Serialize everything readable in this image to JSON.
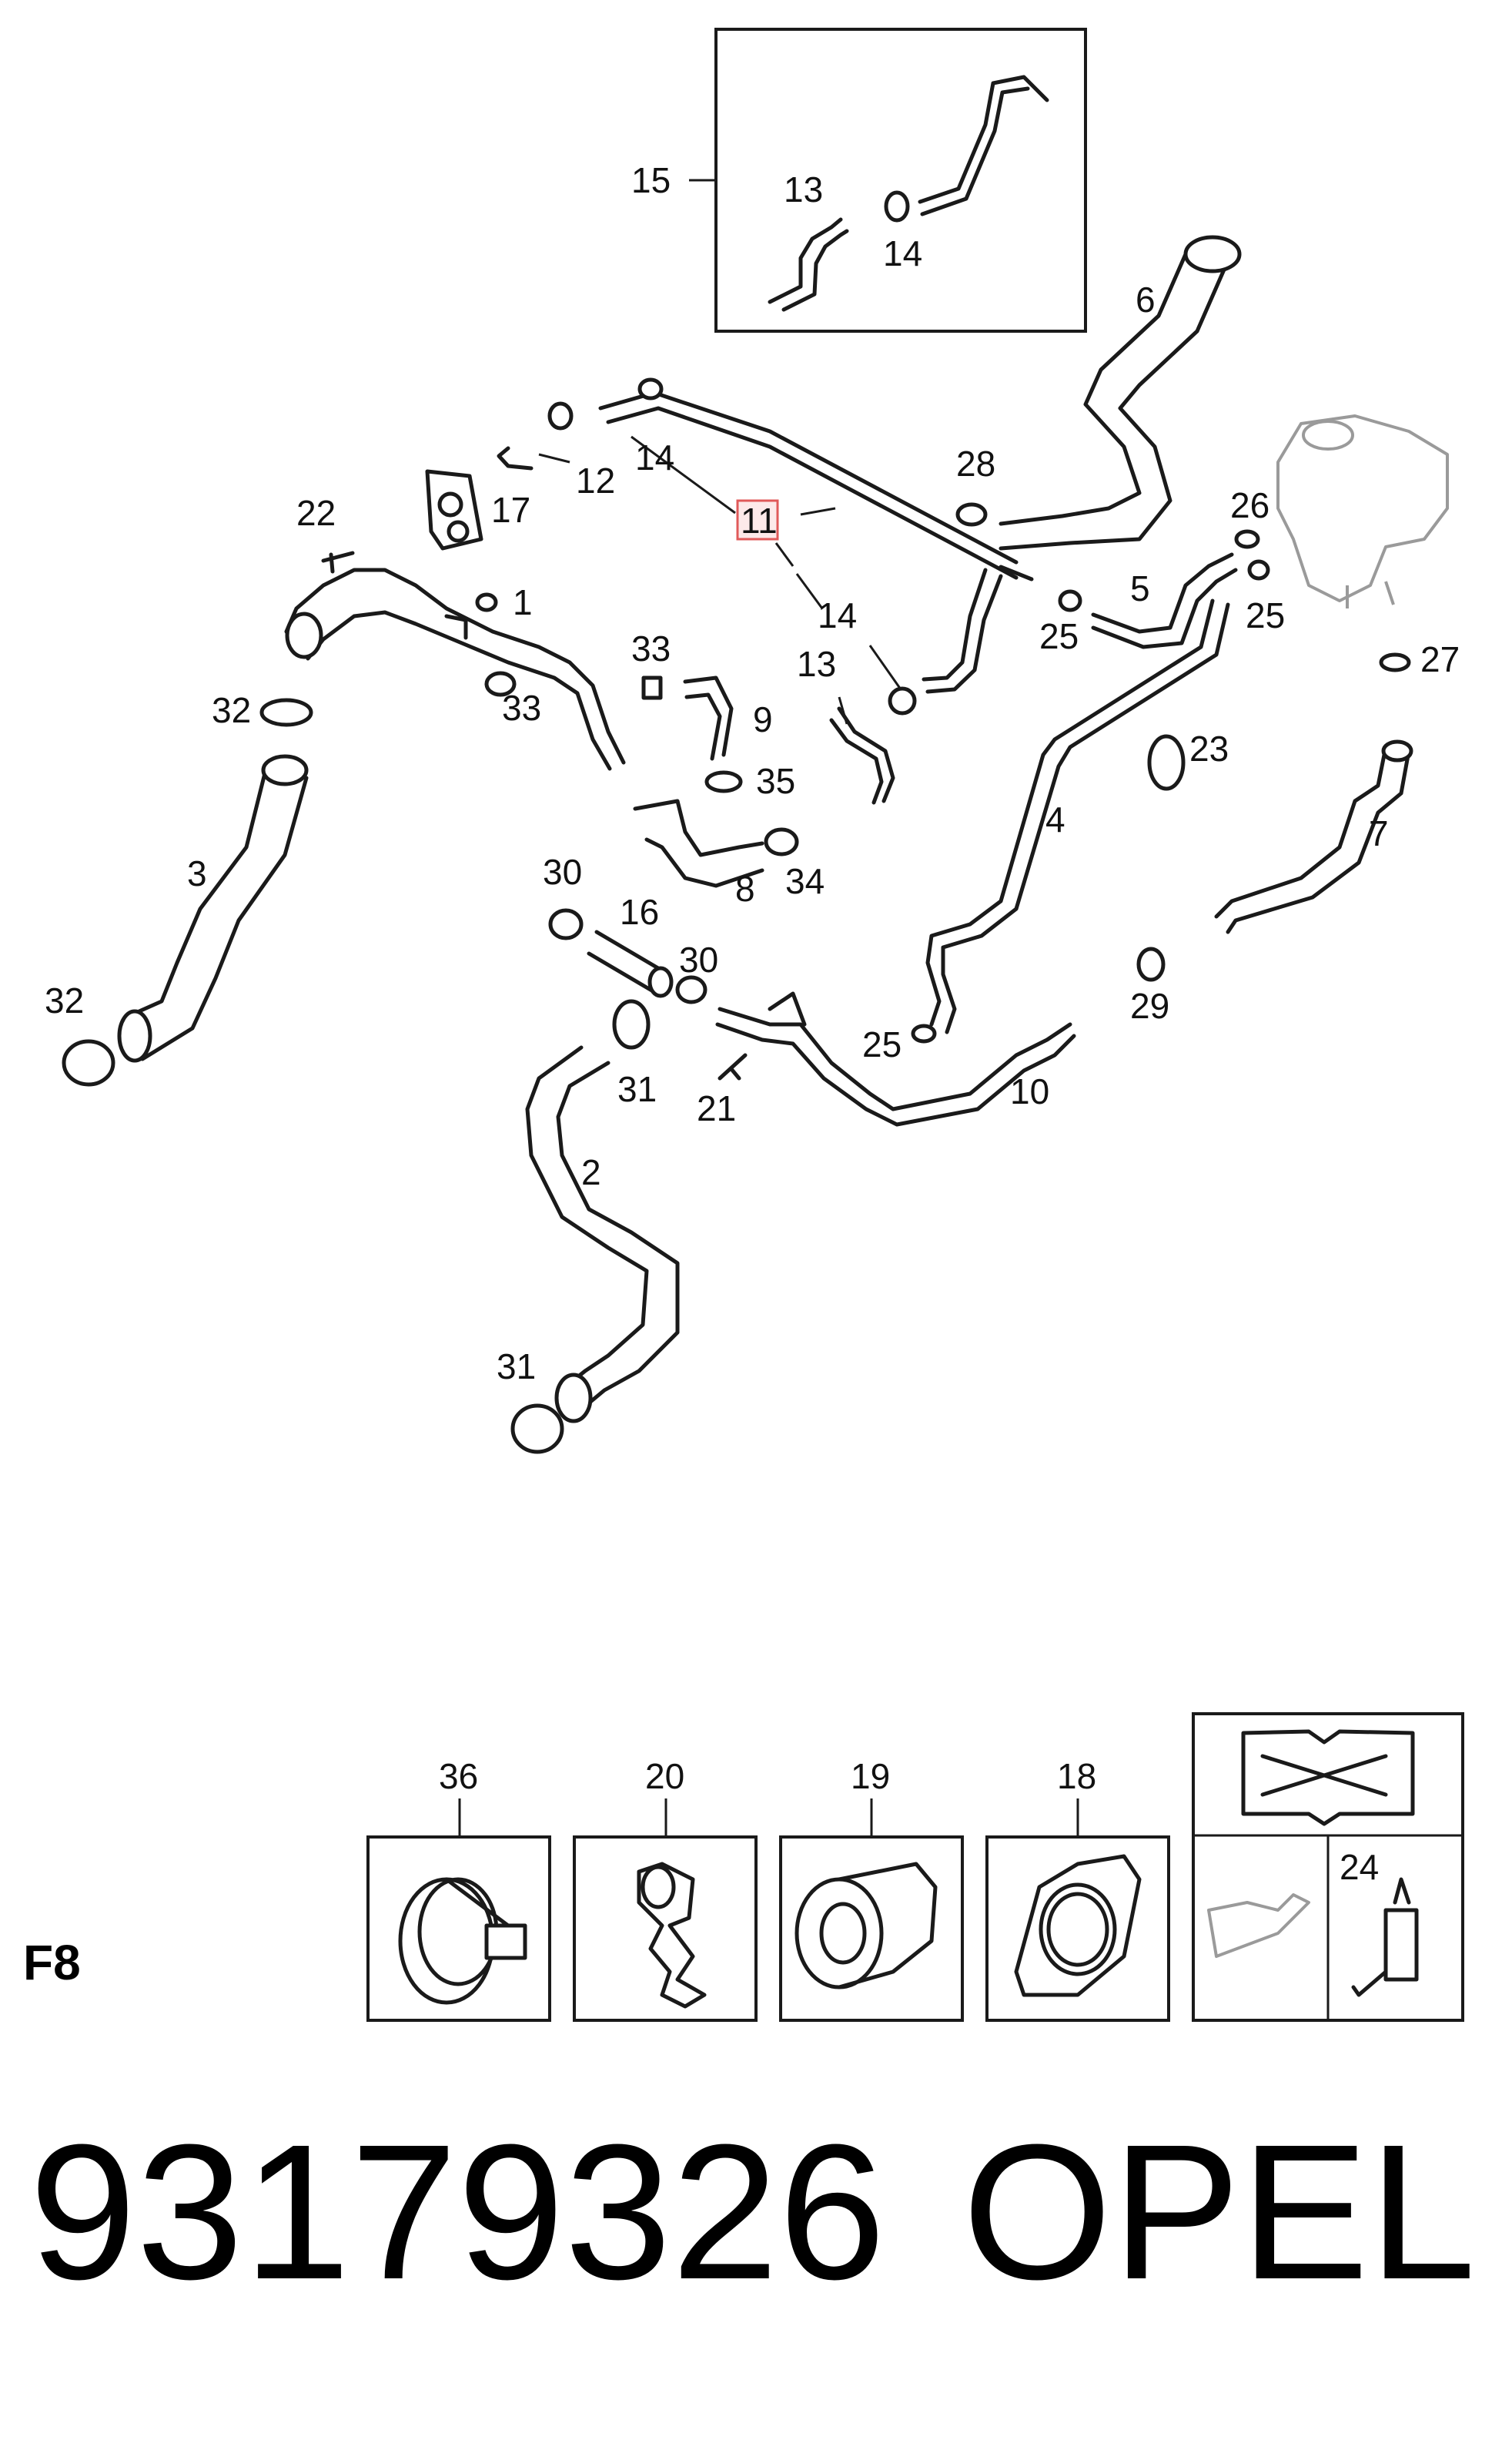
{
  "callouts": [
    {
      "id": "c15",
      "text": "15"
    },
    {
      "id": "c13a",
      "text": "13"
    },
    {
      "id": "c14a",
      "text": "14"
    },
    {
      "id": "c6",
      "text": "6"
    },
    {
      "id": "c14b",
      "text": "14"
    },
    {
      "id": "c12",
      "text": "12"
    },
    {
      "id": "c11",
      "text": "11"
    },
    {
      "id": "c28",
      "text": "28"
    },
    {
      "id": "c17",
      "text": "17"
    },
    {
      "id": "c22",
      "text": "22"
    },
    {
      "id": "c1",
      "text": "1"
    },
    {
      "id": "c26",
      "text": "26"
    },
    {
      "id": "c5",
      "text": "5"
    },
    {
      "id": "c25a",
      "text": "25"
    },
    {
      "id": "c25b",
      "text": "25"
    },
    {
      "id": "c14c",
      "text": "14"
    },
    {
      "id": "c13b",
      "text": "13"
    },
    {
      "id": "c33a",
      "text": "33"
    },
    {
      "id": "c33b",
      "text": "33"
    },
    {
      "id": "c9",
      "text": "9"
    },
    {
      "id": "c27",
      "text": "27"
    },
    {
      "id": "c32a",
      "text": "32"
    },
    {
      "id": "c23",
      "text": "23"
    },
    {
      "id": "c35",
      "text": "35"
    },
    {
      "id": "c4",
      "text": "4"
    },
    {
      "id": "c7",
      "text": "7"
    },
    {
      "id": "c30a",
      "text": "30"
    },
    {
      "id": "c3",
      "text": "3"
    },
    {
      "id": "c8",
      "text": "8"
    },
    {
      "id": "c34",
      "text": "34"
    },
    {
      "id": "c16",
      "text": "16"
    },
    {
      "id": "c30b",
      "text": "30"
    },
    {
      "id": "c29",
      "text": "29"
    },
    {
      "id": "c32b",
      "text": "32"
    },
    {
      "id": "c25c",
      "text": "25"
    },
    {
      "id": "c31a",
      "text": "31"
    },
    {
      "id": "c21",
      "text": "21"
    },
    {
      "id": "c10",
      "text": "10"
    },
    {
      "id": "c2",
      "text": "2"
    },
    {
      "id": "c31b",
      "text": "31"
    }
  ],
  "detail_boxes": [
    {
      "id": "b36",
      "label": "36"
    },
    {
      "id": "b20",
      "label": "20"
    },
    {
      "id": "b19",
      "label": "19"
    },
    {
      "id": "b18",
      "label": "18"
    }
  ],
  "side_labels": {
    "label_24": "24",
    "code": "F8"
  },
  "footer": {
    "part_number": "93179326",
    "brand": "OPEL"
  },
  "highlight_color": "#e05a5a",
  "highlight_fill": "#fde9e9"
}
